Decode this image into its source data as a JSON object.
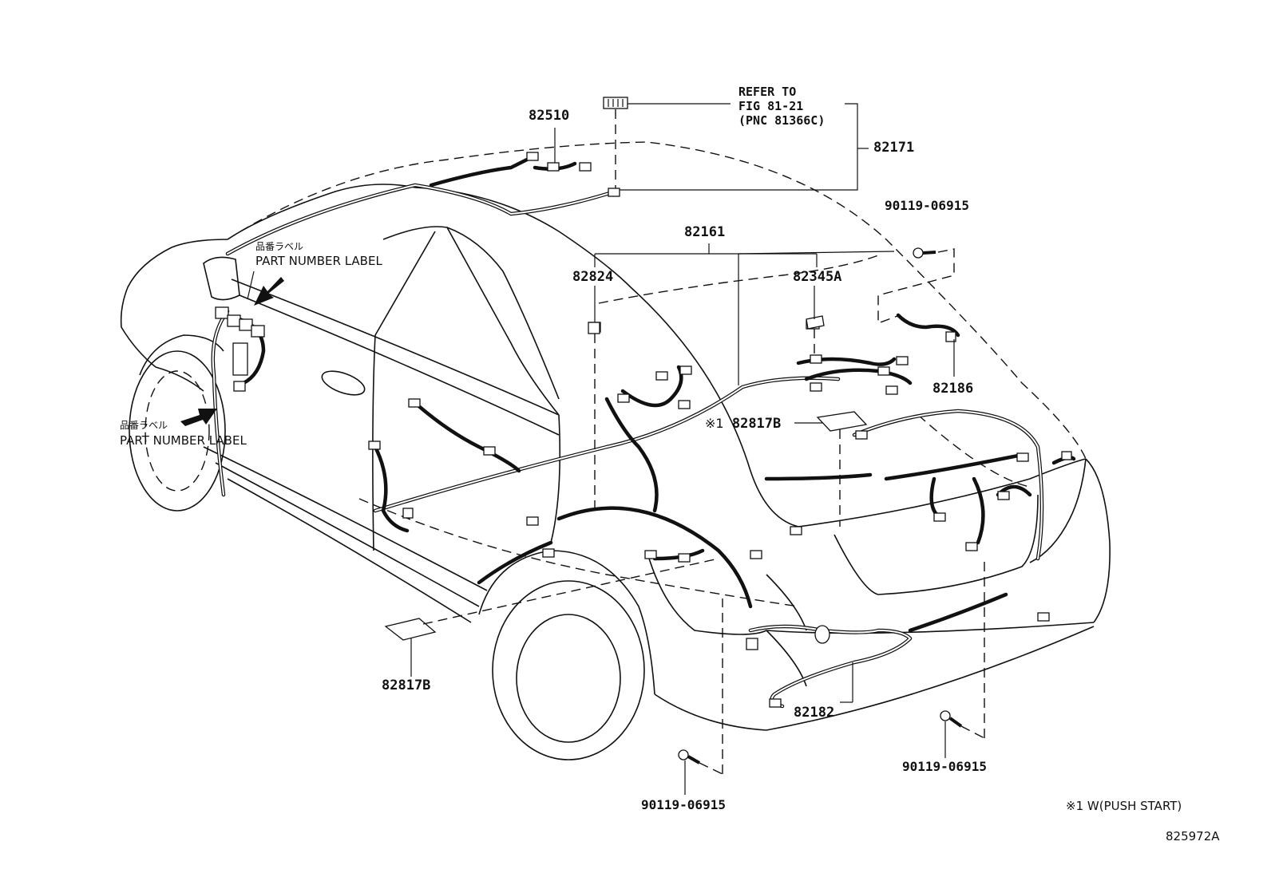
{
  "refer_note": {
    "line1": "REFER TO",
    "line2": "FIG 81-21",
    "line3": "(PNC 81366C)"
  },
  "parts": {
    "p82510": "82510",
    "p82171": "82171",
    "p82161": "82161",
    "p82824": "82824",
    "p82345a": "82345A",
    "p82186": "82186",
    "p82817b_center": "82817B",
    "p82817b_center_mark": "※1",
    "p82817b_left": "82817B",
    "p82182": "82182",
    "bolt_top_right": "90119-06915",
    "bolt_bottom_left": "90119-06915",
    "bolt_bottom_right": "90119-06915"
  },
  "callouts": {
    "upper_jp": "品番ラベル",
    "upper_en": "PART NUMBER LABEL",
    "lower_jp": "品番ラベル",
    "lower_en": "PART NUMBER LABEL"
  },
  "footnote": "※1 W(PUSH START)",
  "figure_id": "825972A"
}
